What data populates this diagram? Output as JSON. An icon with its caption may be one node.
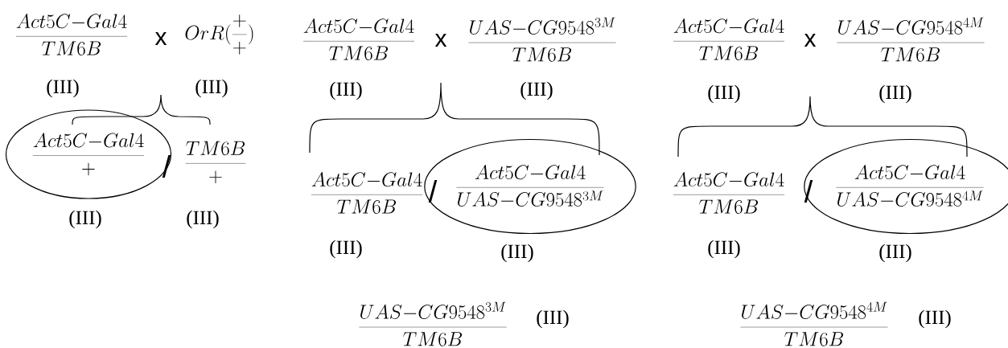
{
  "diagram": {
    "nodes": [
      {
        "text": [
          "\\frac{Act5C{-}Gal4}{+}"
        ],
        "beside": [
          "(III)"
        ]
      },
      {
        "text": [
          "\\frac{Act5C{-}Gal4}{UAS{-}CG9548^{3M}}"
        ],
        "beside": [
          "(III)"
        ]
      },
      {
        "text": [
          "\\frac{Act5C{-}Gal4}{UAS{-}CG9548^{4M}}"
        ],
        "beside": [
          "(III)"
        ]
      }
    ],
    "labels": [
      "\\frac{Act5C{-}Gal4}{TM6B}",
      "x",
      "OrR(\\frac{+}{+})",
      "\\frac{Act5C{-}Gal4}{TM6B}",
      "x",
      "\\frac{UAS{-}CG9548^{3M}}{TM6B}",
      "\\frac{Act5C{-}Gal4}{TM6B}",
      "x",
      "\\frac{UAS{-}CG9548^{4M}}{TM6B}",
      "(III)",
      "(III)",
      "(III)",
      "(III)",
      "(III)",
      "(III)",
      "/",
      "\\frac{TM6B}{+}",
      "\\frac{Act5C{-}Gal4}{TM6B}",
      "/",
      "\\frac{Act5C{-}Gal4}{TM6B}",
      "/",
      "(III)",
      "(III)",
      "(III)",
      "\\frac{UAS{-}CG9548^{3M}}{TM6B}",
      "(III)",
      "\\frac{UAS{-}CG9548^{4M}}{TM6B}",
      "(III)"
    ]
  }
}
